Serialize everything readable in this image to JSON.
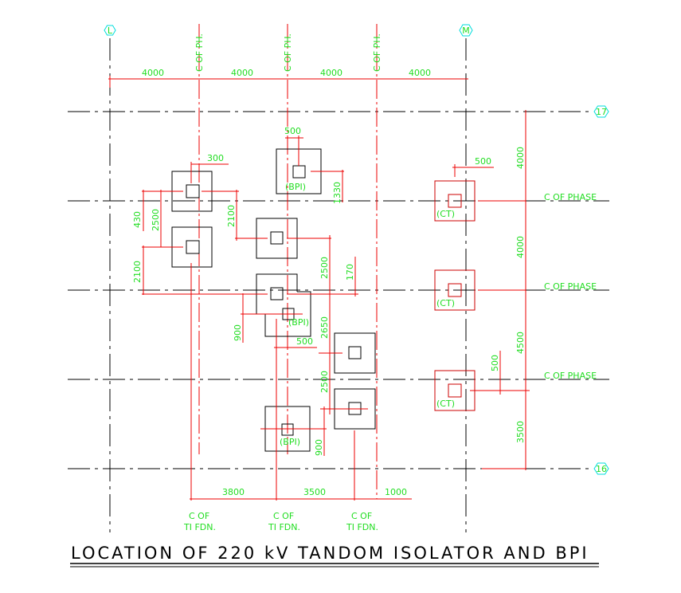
{
  "title": "LOCATION OF 220 kV TANDOM ISOLATOR AND BPI",
  "grid_bubbles": {
    "left": "L",
    "right": "M",
    "top": "17",
    "bottom": "16"
  },
  "phase_centerline_label": "C OF PH.",
  "phase_label": "C OF PHASE",
  "ti_fdn_label_line1": "C  OF",
  "ti_fdn_label_line2": "TI  FDN.",
  "equipment_labels": {
    "bpi": "(BPI)",
    "ct": "(CT)"
  },
  "top_dims": [
    "4000",
    "4000",
    "4000",
    "4000"
  ],
  "right_dims": [
    "4000",
    "4000",
    "4500",
    "3500"
  ],
  "bottom_dims": [
    "3800",
    "3500",
    "1000"
  ],
  "detail_dims": {
    "d300": "300",
    "d500_top": "500",
    "d1330": "1330",
    "d2100_a": "2100",
    "d430": "430",
    "d2500_a": "2500",
    "d2100_b": "2100",
    "d2500_b": "2500",
    "d170": "170",
    "d900_a": "900",
    "d2650": "2650",
    "d500_mid": "500",
    "d2500_c": "2500",
    "d900_b": "900",
    "d500_ct": "500",
    "d500_ct_low": "500"
  },
  "colors": {
    "dimension": "#ee0000",
    "text": "#22dd22",
    "grid": "#000000",
    "bubble": "#00dddd"
  }
}
